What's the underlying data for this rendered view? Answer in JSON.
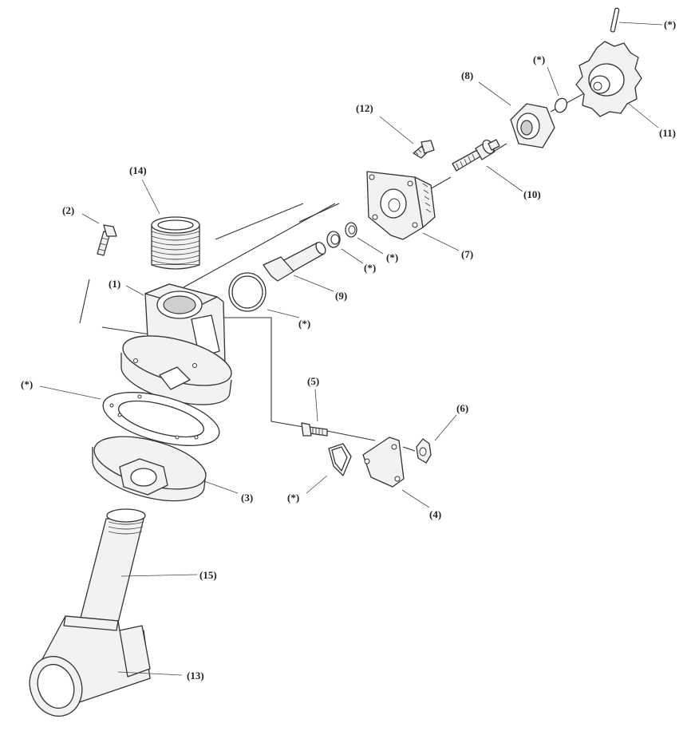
{
  "labels": {
    "pin_top": "(*)",
    "oring_top": "(*)",
    "nut_8": "(8)",
    "knob_11": "(11)",
    "screw_12": "(12)",
    "stem_10": "(10)",
    "flange_7": "(7)",
    "seal_a": "(*)",
    "seal_b": "(*)",
    "plunger_9": "(9)",
    "gasket_ring": "(*)",
    "nipple_14": "(14)",
    "screw_2": "(2)",
    "body_1": "(1)",
    "gasket_left": "(*)",
    "flange_3": "(3)",
    "bolt_5": "(5)",
    "wingnut_6": "(6)",
    "cover_4": "(4)",
    "gasket_tri": "(*)",
    "pipe_15": "(15)",
    "tee_13": "(13)"
  }
}
